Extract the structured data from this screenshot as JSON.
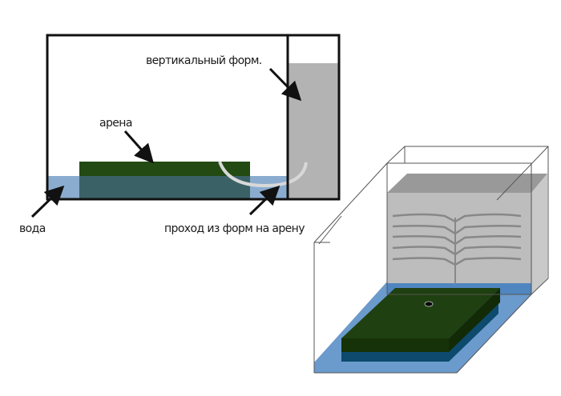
{
  "diagram": {
    "side_view": {
      "labels": {
        "vertical_form": "вертикальный форм.",
        "arena": "арена",
        "water": "вода",
        "passage": "проход из форм на арену"
      }
    },
    "colors": {
      "outline": "#111111",
      "arena_green": "#224a12",
      "arena_underwater": "#3a6266",
      "water": "#8aaccf",
      "form_gray": "#b3b3b3",
      "tube": "#d8d8d8",
      "water_3d": "#5b8fc7",
      "arena_top_3d": "#1f4010",
      "arena_side_3d": "#163208",
      "arena_base_3d": "#0d4a6e",
      "form_front_3d": "#bdbdbd",
      "form_top_3d": "#999999"
    }
  }
}
